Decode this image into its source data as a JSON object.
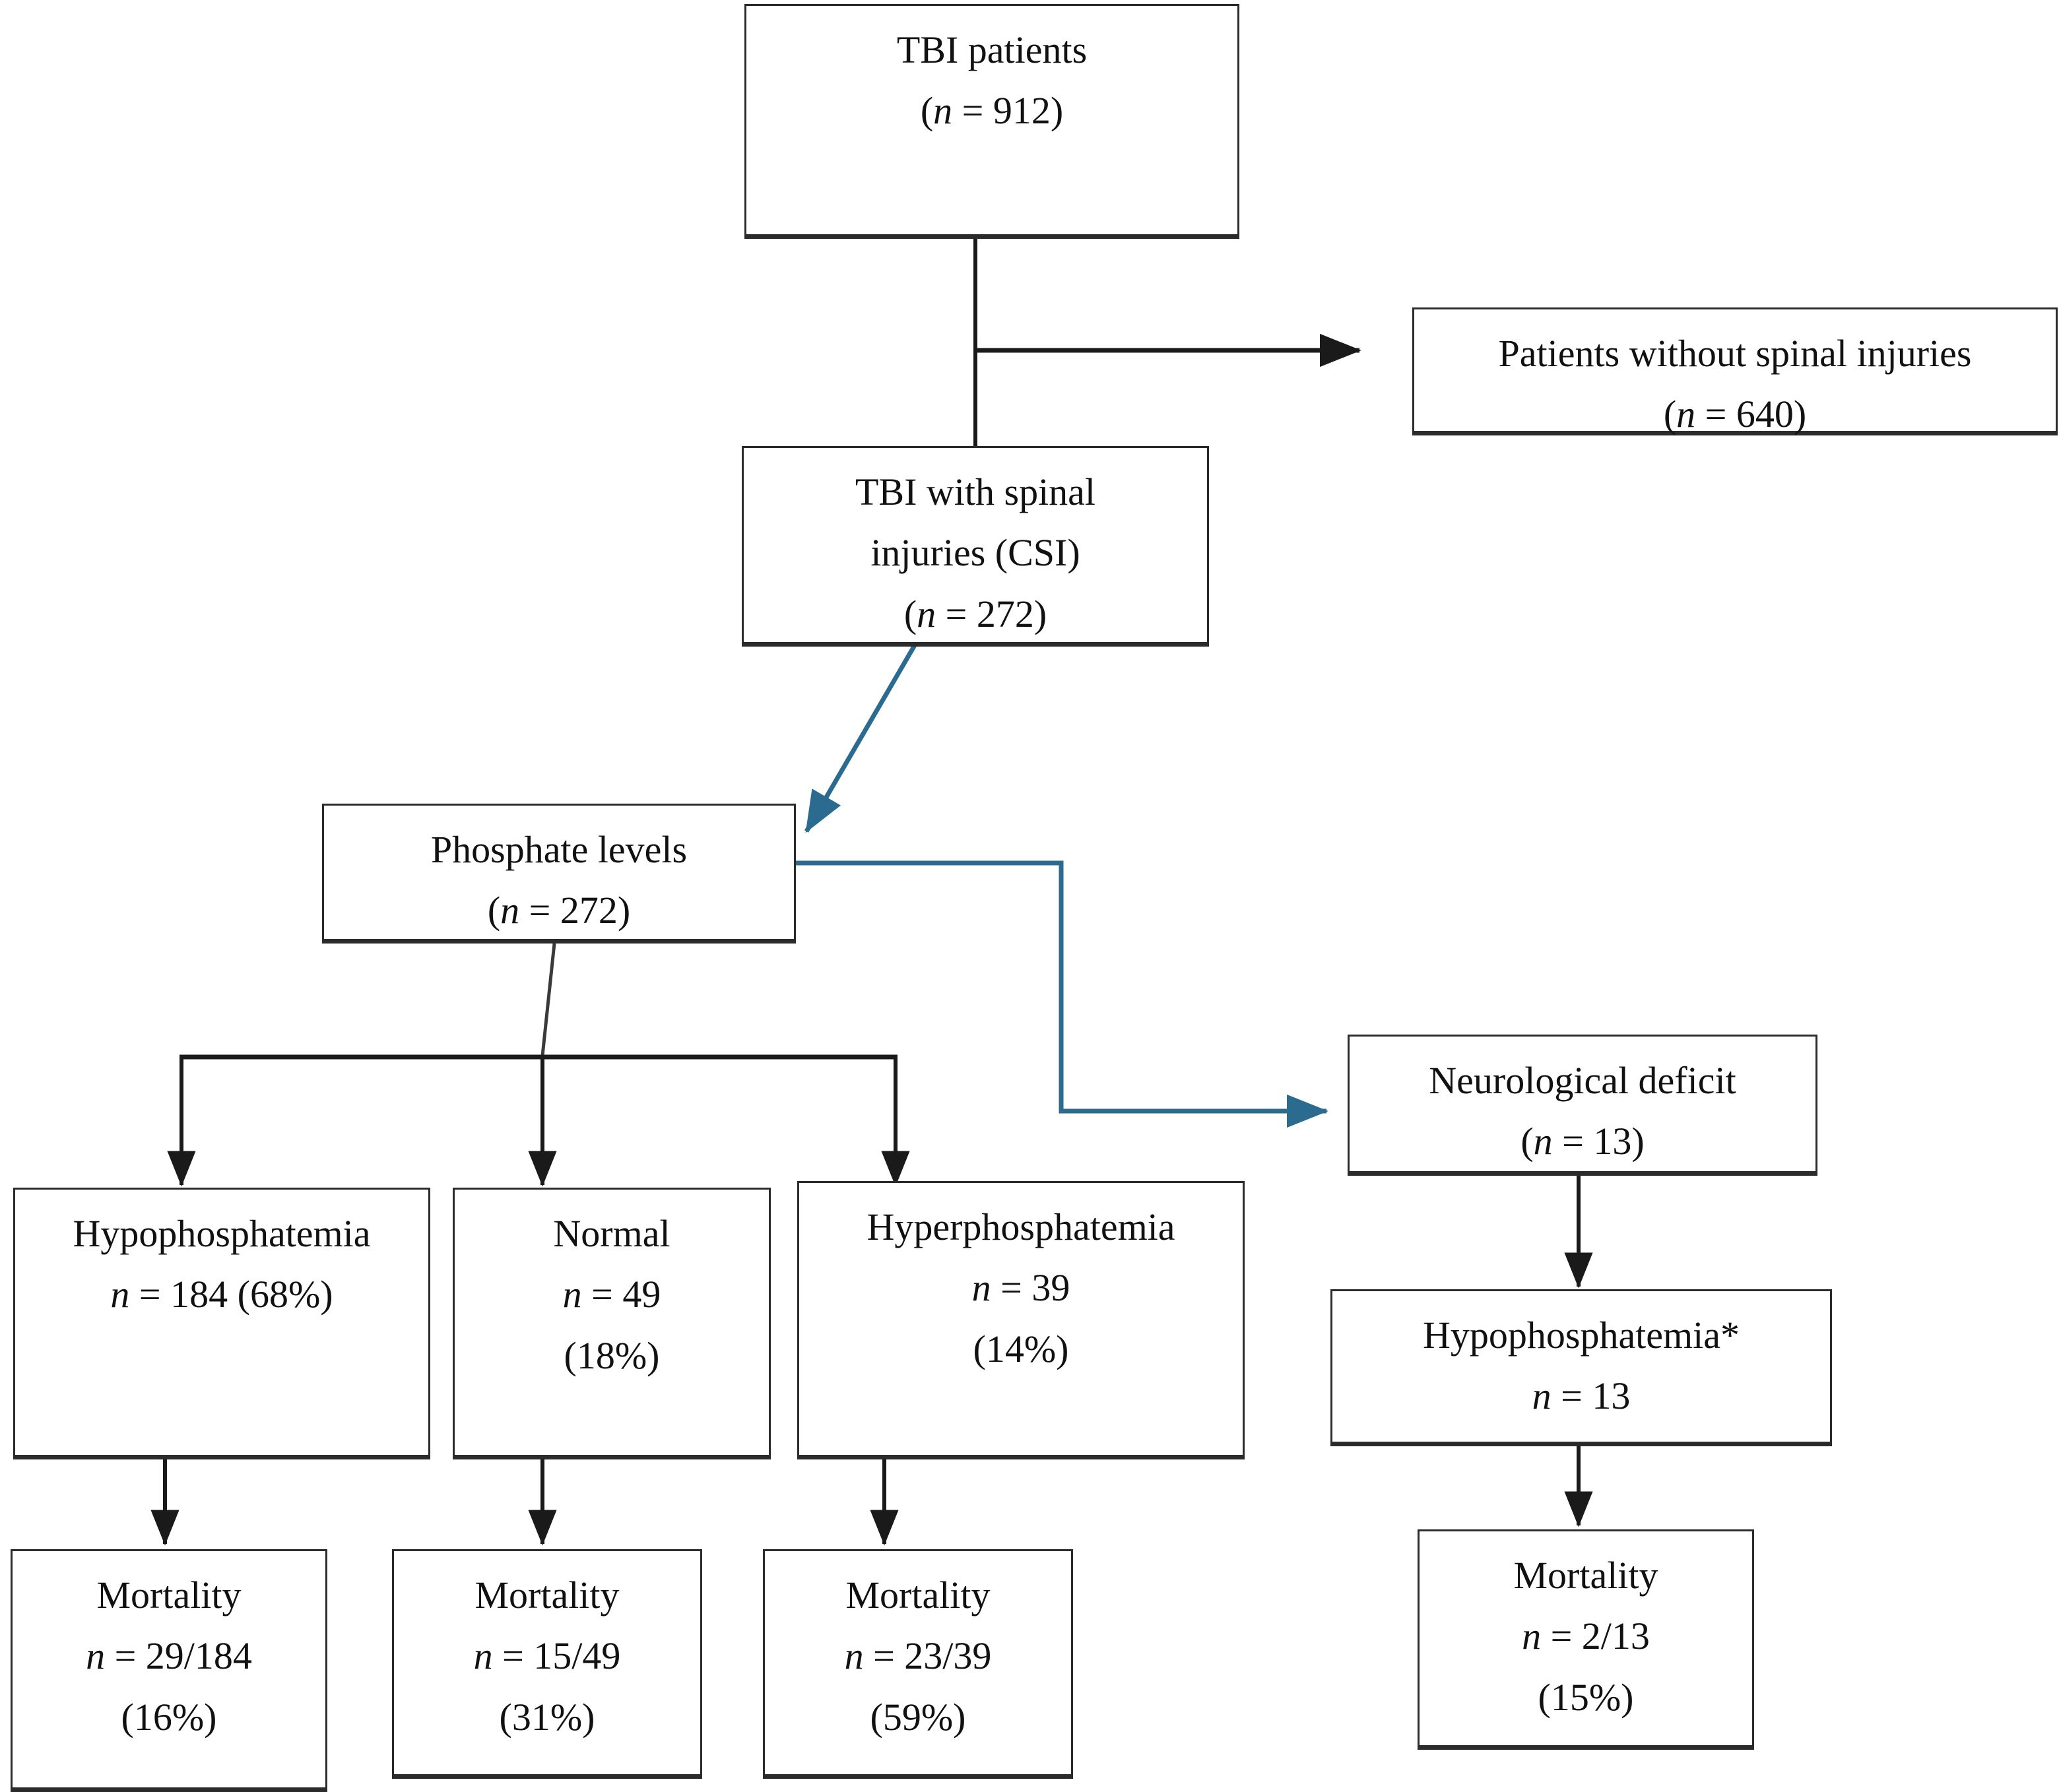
{
  "diagram": {
    "type": "flowchart",
    "title": "TBI patient cohort flow diagram",
    "colors": {
      "box_border": "#2b2b2b",
      "black_connector": "#1a1a1a",
      "blue_connector": "#2b6b8f",
      "background": "#ffffff"
    },
    "footnote_marker": "*"
  },
  "nodes": {
    "tbi_patients": {
      "line1": "TBI patients",
      "line2_italic": "n",
      "line2_rest": " = 912",
      "line2_full": "(n = 912)"
    },
    "no_spinal": {
      "line1": "Patients without spinal injuries",
      "line2_italic": "n",
      "line2_rest": " = 640",
      "line2_full": "(n = 640)"
    },
    "tbi_csi": {
      "line1": "TBI with spinal",
      "line2": "injuries (CSI)",
      "line3_italic": "n",
      "line3_rest": " = 272",
      "line3_full": "(n = 272)"
    },
    "phosphate_levels": {
      "line1": "Phosphate levels",
      "line2_italic": "n",
      "line2_rest": " = 272",
      "line2_full": "(n = 272)"
    },
    "hypophosphatemia": {
      "line1": "Hypophosphatemia",
      "line2_italic": "n",
      "line2_rest": " = 184 (68%)"
    },
    "normal": {
      "line1": "Normal",
      "line2_italic": "n",
      "line2_rest": " = 49",
      "line3": "(18%)"
    },
    "hyperphosphatemia": {
      "line1": "Hyperphosphatemia",
      "line2_italic": "n",
      "line2_rest": " = 39",
      "line3": "(14%)"
    },
    "neurological_deficit": {
      "line1": "Neurological deficit",
      "line2_italic": "n",
      "line2_rest": " = 13",
      "line2_full": "(n = 13)"
    },
    "hypophosphatemia_star": {
      "line1": "Hypophosphatemia*",
      "line2_italic": "n",
      "line2_rest": " = 13"
    },
    "mortality_hypo": {
      "line1": "Mortality",
      "line2_italic": "n",
      "line2_rest": " = 29/184",
      "line3": "(16%)"
    },
    "mortality_normal": {
      "line1": "Mortality",
      "line2_italic": "n",
      "line2_rest": " = 15/49",
      "line3": "(31%)"
    },
    "mortality_hyper": {
      "line1": "Mortality",
      "line2_italic": "n",
      "line2_rest": " = 23/39",
      "line3": "(59%)"
    },
    "mortality_neuro": {
      "line1": "Mortality",
      "line2_italic": "n",
      "line2_rest": " = 2/13",
      "line3": "(15%)"
    }
  },
  "edges": [
    {
      "from": "tbi_patients",
      "to": "no_spinal",
      "style": "black-elbow"
    },
    {
      "from": "tbi_patients",
      "to": "tbi_csi",
      "style": "black-straight"
    },
    {
      "from": "tbi_csi",
      "to": "phosphate_levels",
      "style": "blue-diagonal"
    },
    {
      "from": "phosphate_levels",
      "to": "neurological_deficit",
      "style": "blue-elbow"
    },
    {
      "from": "phosphate_levels",
      "to": "hypophosphatemia",
      "style": "black-split"
    },
    {
      "from": "phosphate_levels",
      "to": "normal",
      "style": "black-split"
    },
    {
      "from": "phosphate_levels",
      "to": "hyperphosphatemia",
      "style": "black-split"
    },
    {
      "from": "hypophosphatemia",
      "to": "mortality_hypo",
      "style": "black-straight"
    },
    {
      "from": "normal",
      "to": "mortality_normal",
      "style": "black-straight"
    },
    {
      "from": "hyperphosphatemia",
      "to": "mortality_hyper",
      "style": "black-straight"
    },
    {
      "from": "neurological_deficit",
      "to": "hypophosphatemia_star",
      "style": "black-straight"
    },
    {
      "from": "hypophosphatemia_star",
      "to": "mortality_neuro",
      "style": "black-straight"
    }
  ]
}
